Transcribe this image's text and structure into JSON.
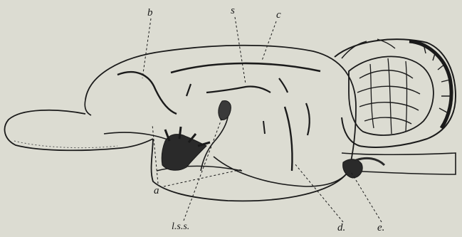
{
  "labels": {
    "b": "b",
    "s": "s",
    "c": "c",
    "a": "a",
    "lss": "l.s.s.",
    "d": "d.",
    "e": "e."
  },
  "colors": {
    "paper": "#dcdcd2",
    "ink": "#1a1a1a",
    "shade": "#2a2a2a"
  }
}
